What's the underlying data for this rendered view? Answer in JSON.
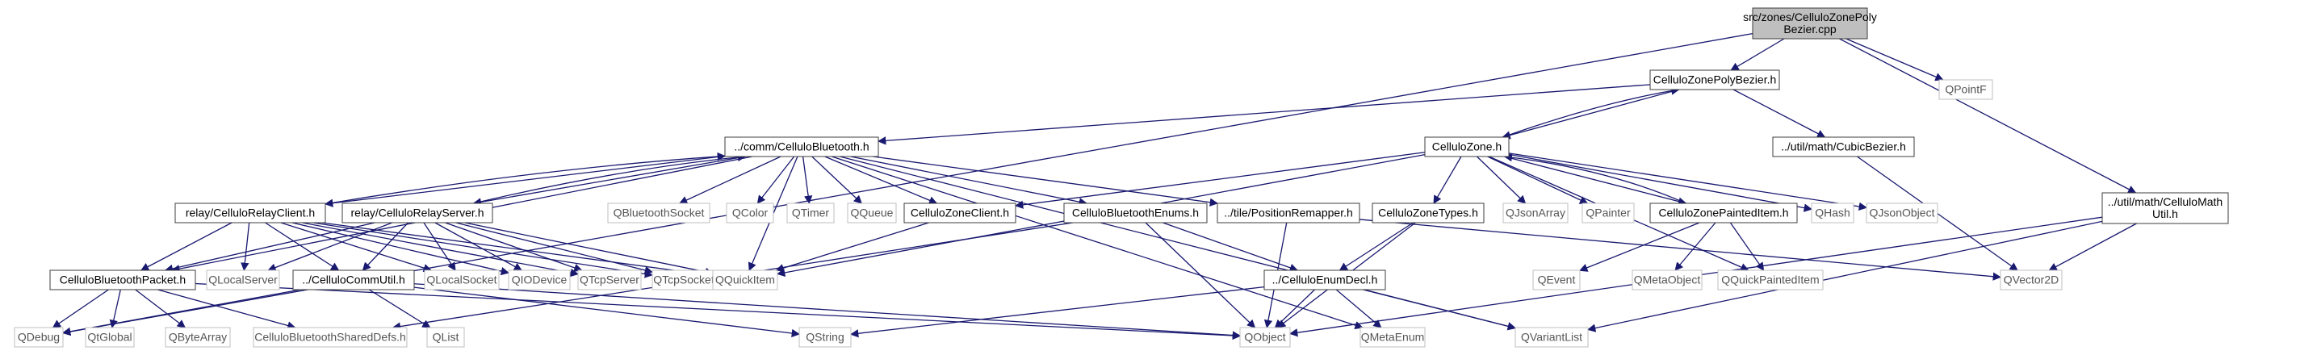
{
  "colors": {
    "edge": "#191970",
    "edge_to_missing": "#9a9a9a",
    "box_border": "#3c3c3c",
    "box_border_missing": "#bfbfbf",
    "box_fill": "#ffffff",
    "root_fill": "#bfbfbf",
    "text": "#000000",
    "text_missing": "#555555"
  },
  "nodes": {
    "root": {
      "lines": [
        "src/zones/CelluloZonePoly",
        "Bezier.cpp"
      ],
      "kind": "root"
    },
    "polybezier_h": {
      "lines": [
        "CelluloZonePolyBezier.h"
      ],
      "kind": "file"
    },
    "pointf": {
      "lines": [
        "QPointF"
      ],
      "kind": "missing"
    },
    "cellulo_bluetooth_h": {
      "lines": [
        "../comm/CelluloBluetooth.h"
      ],
      "kind": "file"
    },
    "cubicbezier_h": {
      "lines": [
        "../util/math/CubicBezier.h"
      ],
      "kind": "file"
    },
    "cellulozone_h": {
      "lines": [
        "CelluloZone.h"
      ],
      "kind": "file"
    },
    "mathutil_h": {
      "lines": [
        "../util/math/CelluloMath",
        "Util.h"
      ],
      "kind": "file"
    },
    "relay_client_h": {
      "lines": [
        "relay/CelluloRelayClient.h"
      ],
      "kind": "file"
    },
    "relay_server_h": {
      "lines": [
        "relay/CelluloRelayServer.h"
      ],
      "kind": "file"
    },
    "qbluetoothsocket": {
      "lines": [
        "QBluetoothSocket"
      ],
      "kind": "missing"
    },
    "qcolor": {
      "lines": [
        "QColor"
      ],
      "kind": "missing"
    },
    "qtimer": {
      "lines": [
        "QTimer"
      ],
      "kind": "missing"
    },
    "qqueue": {
      "lines": [
        "QQueue"
      ],
      "kind": "missing"
    },
    "zoneclient_h": {
      "lines": [
        "CelluloZoneClient.h"
      ],
      "kind": "file"
    },
    "bt_enums_h": {
      "lines": [
        "CelluloBluetoothEnums.h"
      ],
      "kind": "file"
    },
    "remapper_h": {
      "lines": [
        "../tile/PositionRemapper.h"
      ],
      "kind": "file"
    },
    "zonetypes_h": {
      "lines": [
        "CelluloZoneTypes.h"
      ],
      "kind": "file"
    },
    "qjsonarray": {
      "lines": [
        "QJsonArray"
      ],
      "kind": "missing"
    },
    "qpainter": {
      "lines": [
        "QPainter"
      ],
      "kind": "missing"
    },
    "painted_item_h": {
      "lines": [
        "CelluloZonePaintedItem.h"
      ],
      "kind": "file"
    },
    "qhash": {
      "lines": [
        "QHash"
      ],
      "kind": "missing"
    },
    "qjsonobject": {
      "lines": [
        "QJsonObject"
      ],
      "kind": "missing"
    },
    "bt_packet_h": {
      "lines": [
        "CelluloBluetoothPacket.h"
      ],
      "kind": "file"
    },
    "qlocalserver": {
      "lines": [
        "QLocalServer"
      ],
      "kind": "missing"
    },
    "commutil_h": {
      "lines": [
        "../CelluloCommUtil.h"
      ],
      "kind": "file"
    },
    "qlocalsocket": {
      "lines": [
        "QLocalSocket"
      ],
      "kind": "missing"
    },
    "qiodevice": {
      "lines": [
        "QIODevice"
      ],
      "kind": "missing"
    },
    "qtcpserver": {
      "lines": [
        "QTcpServer"
      ],
      "kind": "missing"
    },
    "qtcpsocket": {
      "lines": [
        "QTcpSocket"
      ],
      "kind": "missing"
    },
    "qquickitem": {
      "lines": [
        "QQuickItem"
      ],
      "kind": "missing"
    },
    "enumdecl_h": {
      "lines": [
        "../CelluloEnumDecl.h"
      ],
      "kind": "file"
    },
    "qevent": {
      "lines": [
        "QEvent"
      ],
      "kind": "missing"
    },
    "qmetaobject": {
      "lines": [
        "QMetaObject"
      ],
      "kind": "missing"
    },
    "qquickpainteditem": {
      "lines": [
        "QQuickPaintedItem"
      ],
      "kind": "missing"
    },
    "qvector2d": {
      "lines": [
        "QVector2D"
      ],
      "kind": "missing"
    },
    "qdebug": {
      "lines": [
        "QDebug"
      ],
      "kind": "missing"
    },
    "qtglobal": {
      "lines": [
        "QtGlobal"
      ],
      "kind": "missing"
    },
    "qbytearray": {
      "lines": [
        "QByteArray"
      ],
      "kind": "missing"
    },
    "shareddefs_h": {
      "lines": [
        "CelluloBluetoothSharedDefs.h"
      ],
      "kind": "missing"
    },
    "qlist": {
      "lines": [
        "QList"
      ],
      "kind": "missing"
    },
    "qstring": {
      "lines": [
        "QString"
      ],
      "kind": "missing"
    },
    "qobject": {
      "lines": [
        "QObject"
      ],
      "kind": "missing"
    },
    "qmetaenum": {
      "lines": [
        "QMetaEnum"
      ],
      "kind": "missing"
    },
    "qvariantlist": {
      "lines": [
        "QVariantList"
      ],
      "kind": "missing"
    }
  },
  "edges": [
    [
      "root",
      "polybezier_h"
    ],
    [
      "root",
      "pointf"
    ],
    [
      "root",
      "mathutil_h"
    ],
    [
      "root",
      "qdebug"
    ],
    [
      "polybezier_h",
      "cellulo_bluetooth_h"
    ],
    [
      "polybezier_h",
      "cubicbezier_h"
    ],
    [
      "polybezier_h",
      "cellulozone_h"
    ],
    [
      "cellulozone_h",
      "polybezier_h"
    ],
    [
      "cellulo_bluetooth_h",
      "relay_client_h"
    ],
    [
      "cellulo_bluetooth_h",
      "relay_server_h"
    ],
    [
      "cellulo_bluetooth_h",
      "qbluetoothsocket"
    ],
    [
      "cellulo_bluetooth_h",
      "qcolor"
    ],
    [
      "cellulo_bluetooth_h",
      "qtimer"
    ],
    [
      "cellulo_bluetooth_h",
      "qqueue"
    ],
    [
      "cellulo_bluetooth_h",
      "zoneclient_h"
    ],
    [
      "cellulo_bluetooth_h",
      "bt_enums_h"
    ],
    [
      "cellulo_bluetooth_h",
      "remapper_h"
    ],
    [
      "cellulo_bluetooth_h",
      "bt_packet_h"
    ],
    [
      "cellulo_bluetooth_h",
      "qquickitem"
    ],
    [
      "cellulo_bluetooth_h",
      "qmetaenum"
    ],
    [
      "cellulo_bluetooth_h",
      "qvariantlist"
    ],
    [
      "relay_client_h",
      "cellulo_bluetooth_h"
    ],
    [
      "relay_server_h",
      "cellulo_bluetooth_h"
    ],
    [
      "relay_client_h",
      "bt_packet_h"
    ],
    [
      "relay_client_h",
      "qlocalserver"
    ],
    [
      "relay_client_h",
      "commutil_h"
    ],
    [
      "relay_client_h",
      "qlocalsocket"
    ],
    [
      "relay_client_h",
      "qiodevice"
    ],
    [
      "relay_client_h",
      "qtcpserver"
    ],
    [
      "relay_client_h",
      "qtcpsocket"
    ],
    [
      "relay_client_h",
      "qquickitem"
    ],
    [
      "relay_server_h",
      "bt_packet_h"
    ],
    [
      "relay_server_h",
      "qlocalserver"
    ],
    [
      "relay_server_h",
      "commutil_h"
    ],
    [
      "relay_server_h",
      "qlocalsocket"
    ],
    [
      "relay_server_h",
      "qiodevice"
    ],
    [
      "relay_server_h",
      "qtcpserver"
    ],
    [
      "relay_server_h",
      "qtcpsocket"
    ],
    [
      "relay_server_h",
      "qquickitem"
    ],
    [
      "cellulozone_h",
      "zoneclient_h"
    ],
    [
      "cellulozone_h",
      "qquickitem"
    ],
    [
      "cellulozone_h",
      "zonetypes_h"
    ],
    [
      "cellulozone_h",
      "qjsonarray"
    ],
    [
      "cellulozone_h",
      "qpainter"
    ],
    [
      "cellulozone_h",
      "painted_item_h"
    ],
    [
      "cellulozone_h",
      "qhash"
    ],
    [
      "cellulozone_h",
      "qjsonobject"
    ],
    [
      "cellulozone_h",
      "qquickpainteditem"
    ],
    [
      "painted_item_h",
      "cellulozone_h"
    ],
    [
      "painted_item_h",
      "qevent"
    ],
    [
      "painted_item_h",
      "qmetaobject"
    ],
    [
      "painted_item_h",
      "qquickpainteditem"
    ],
    [
      "cubicbezier_h",
      "qvector2d"
    ],
    [
      "mathutil_h",
      "qvector2d"
    ],
    [
      "mathutil_h",
      "qobject"
    ],
    [
      "mathutil_h",
      "qvariantlist"
    ],
    [
      "zoneclient_h",
      "qquickitem"
    ],
    [
      "bt_enums_h",
      "enumdecl_h"
    ],
    [
      "bt_enums_h",
      "qobject"
    ],
    [
      "bt_enums_h",
      "shareddefs_h"
    ],
    [
      "remapper_h",
      "qobject"
    ],
    [
      "remapper_h",
      "qvector2d"
    ],
    [
      "zonetypes_h",
      "enumdecl_h"
    ],
    [
      "zonetypes_h",
      "qobject"
    ],
    [
      "enumdecl_h",
      "qstring"
    ],
    [
      "enumdecl_h",
      "qobject"
    ],
    [
      "enumdecl_h",
      "qmetaenum"
    ],
    [
      "enumdecl_h",
      "qvariantlist"
    ],
    [
      "bt_packet_h",
      "qdebug"
    ],
    [
      "bt_packet_h",
      "qtglobal"
    ],
    [
      "bt_packet_h",
      "qbytearray"
    ],
    [
      "bt_packet_h",
      "shareddefs_h"
    ],
    [
      "bt_packet_h",
      "qobject"
    ],
    [
      "commutil_h",
      "qdebug"
    ],
    [
      "commutil_h",
      "qlist"
    ],
    [
      "commutil_h",
      "qstring"
    ],
    [
      "commutil_h",
      "qobject"
    ]
  ]
}
